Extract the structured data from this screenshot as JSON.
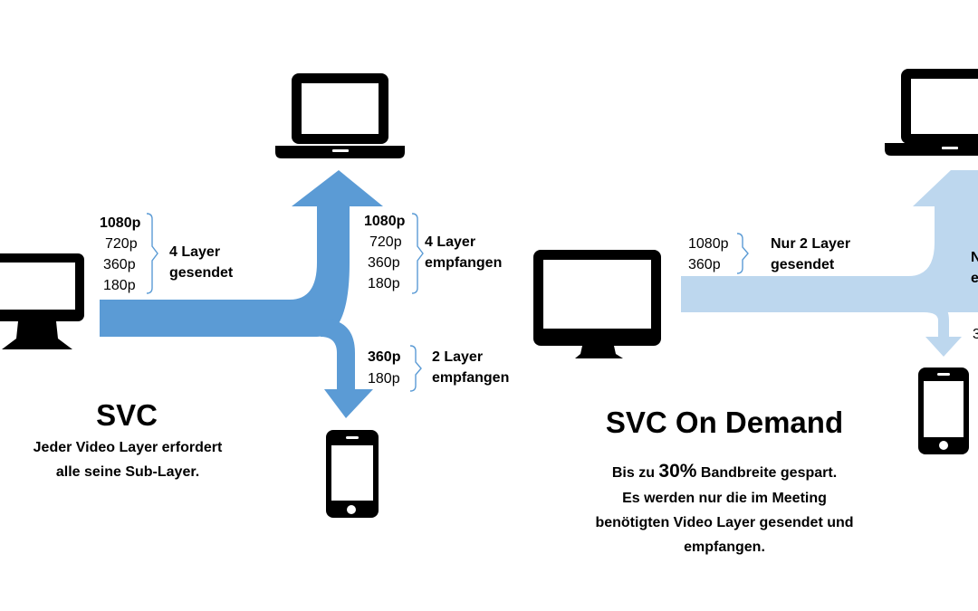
{
  "colors": {
    "flow_dark": "#5B9BD5",
    "flow_light": "#BDD7EE",
    "device": "#000000"
  },
  "icons": [
    "desktop-monitor-icon",
    "laptop-icon",
    "smartphone-icon"
  ],
  "svc": {
    "title": "SVC",
    "caption": [
      "Jeder Video Layer erfordert",
      "alle seine Sub-Layer."
    ],
    "sent": {
      "layers": [
        "1080p",
        "720p",
        "360p",
        "180p"
      ],
      "label": [
        "4 Layer",
        "gesendet"
      ]
    },
    "laptop_recv": {
      "layers": [
        "1080p",
        "720p",
        "360p",
        "180p"
      ],
      "label": [
        "4 Layer",
        "empfangen"
      ]
    },
    "phone_recv": {
      "layers": [
        "360p",
        "180p"
      ],
      "label": [
        "2 Layer",
        "empfangen"
      ]
    }
  },
  "svc_on_demand": {
    "title": "SVC On Demand",
    "caption": {
      "prefix": "Bis zu ",
      "highlight": "30%",
      "suffix": " Bandbreite gespart.",
      "lines": [
        "Es werden nur die im Meeting",
        "benötigten Video Layer gesendet und",
        "empfangen."
      ]
    },
    "sent": {
      "layers": [
        "1080p",
        "360p"
      ],
      "label": [
        "Nur 2 Layer",
        "gesendet"
      ]
    },
    "clipped_label_chars": [
      "N",
      "e"
    ],
    "clipped_layer_char": "3"
  }
}
